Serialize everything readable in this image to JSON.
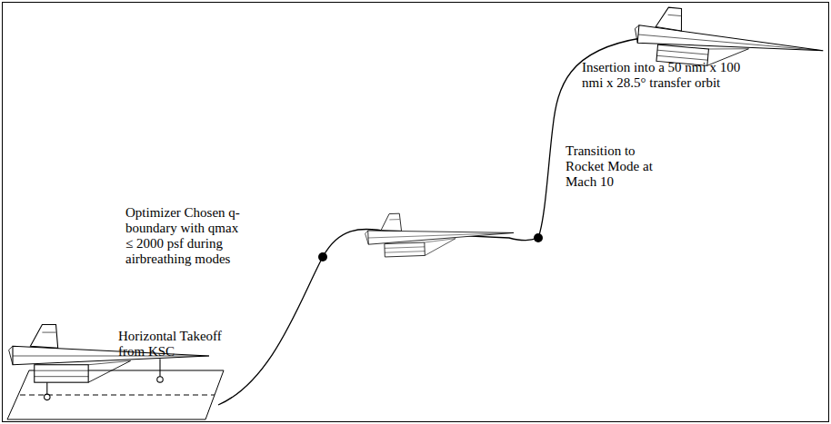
{
  "diagram": {
    "labels": [
      "Horizontal Takeoff from KSC",
      "Optimizer Chosen q-boundary with qmax ≤ 2000 psf during airbreathing modes",
      "Transition to Rocket Mode at Mach 10",
      "Insertion into a 50 nmi x 100 nmi x 28.5° transfer orbit"
    ]
  }
}
